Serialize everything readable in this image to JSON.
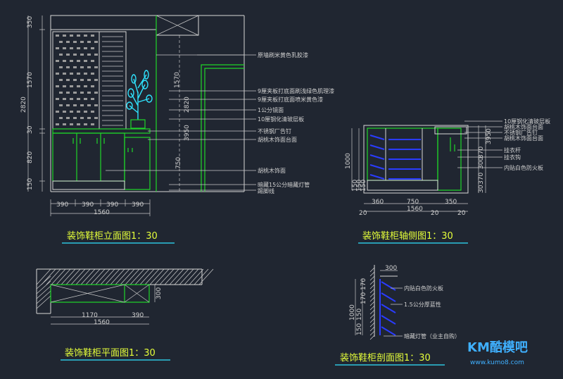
{
  "titles": {
    "elevation": "装饰鞋柜立面图1：30",
    "side": "装饰鞋柜轴侧图1：30",
    "plan": "装饰鞋柜平面图1：30",
    "section": "装饰鞋柜剖面图1：30"
  },
  "elevation": {
    "vdims": [
      "350",
      "1570",
      "30",
      "820",
      "150"
    ],
    "total_v": "2820",
    "right_vdims": [
      "1570",
      "2820",
      "3950",
      "750"
    ],
    "hdims": [
      "390",
      "390",
      "390",
      "390"
    ],
    "total_h": "1560",
    "notes": [
      "原墙刷米黄色乳胶漆",
      "9厘夹板打底面刷浅绿色肌理漆",
      "9厘夹板打底面喷米黄色漆",
      "1公分镜面",
      "10厘钢化清玻层板",
      "不锈钢厂告钉",
      "胡桃木饰面台面",
      "胡桃木饰面",
      "暗藏15公分暗藏灯管",
      "踢脚线"
    ]
  },
  "side": {
    "vdims": [
      "1000",
      "150",
      "150",
      "150",
      "150",
      "150"
    ],
    "hdims": [
      "20",
      "360",
      "750",
      "20",
      "350",
      "20"
    ],
    "total_h": "1560",
    "right_vdims": [
      "3950",
      "370",
      "300",
      "370",
      "30"
    ],
    "notes": [
      "10厘钢化清玻层板",
      "胡桃木饰面台面",
      "不锈钢厂告钉",
      "胡桃木饰面台面",
      "挂衣杆",
      "挂衣钩",
      "内贴白色防火板"
    ]
  },
  "plan": {
    "hdims": [
      "1170",
      "390"
    ],
    "total_h": "1560",
    "vdim": "300"
  },
  "section": {
    "hdim": "300",
    "vdims": [
      "1000",
      "150",
      "150",
      "170",
      "170"
    ],
    "notes": [
      "内贴白色防火板",
      "1.5公分厚蓝性",
      "暗藏灯管（业主自购）"
    ]
  },
  "logo": {
    "brand": "KM酷模吧",
    "url": "www.kumo8.com"
  },
  "colors": {
    "background": "#202631",
    "green": "#1fd628",
    "blue": "#2a3cff",
    "cyan": "#2fe4ff",
    "title": "#e6ff3a"
  }
}
